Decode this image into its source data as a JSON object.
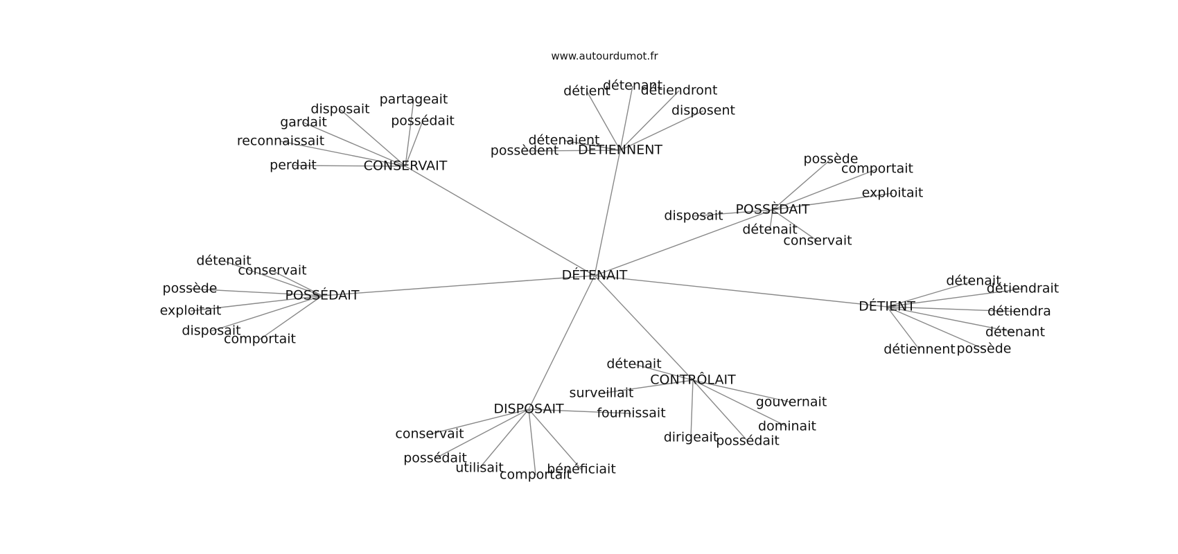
{
  "site": "www.autourdumot.fr",
  "colors": {
    "edge": "#888888",
    "text": "#111111",
    "background": "#ffffff"
  },
  "graph": {
    "root": "DÉTENAIT",
    "hubs": [
      {
        "id": "conservait",
        "label": "CONSERVAIT",
        "leaves": [
          "disposait",
          "partageait",
          "possédait",
          "gardait",
          "reconnaissait",
          "perdait"
        ]
      },
      {
        "id": "detiennent",
        "label": "DÉTIENNENT",
        "leaves": [
          "détient",
          "détenant",
          "détiendront",
          "disposent",
          "détenaient",
          "possèdent"
        ]
      },
      {
        "id": "possedait-right",
        "label": "POSSÈDAIT",
        "leaves": [
          "possède",
          "comportait",
          "exploitait",
          "disposait",
          "détenait",
          "conservait"
        ]
      },
      {
        "id": "possedait-left",
        "label": "POSSÉDAIT",
        "leaves": [
          "détenait",
          "conservait",
          "possède",
          "exploitait",
          "disposait",
          "comportait"
        ]
      },
      {
        "id": "detient",
        "label": "DÉTIENT",
        "leaves": [
          "détenait",
          "détiendrait",
          "détiendra",
          "détenant",
          "détiennent",
          "possède"
        ]
      },
      {
        "id": "controlait",
        "label": "CONTRÔLAIT",
        "leaves": [
          "détenait",
          "surveillait",
          "gouvernait",
          "dominait",
          "dirigeait",
          "possédait"
        ]
      },
      {
        "id": "disposait",
        "label": "DISPOSAIT",
        "leaves": [
          "fournissait",
          "conservait",
          "possédait",
          "utilisait",
          "comportait",
          "bénéficiait"
        ]
      }
    ]
  }
}
